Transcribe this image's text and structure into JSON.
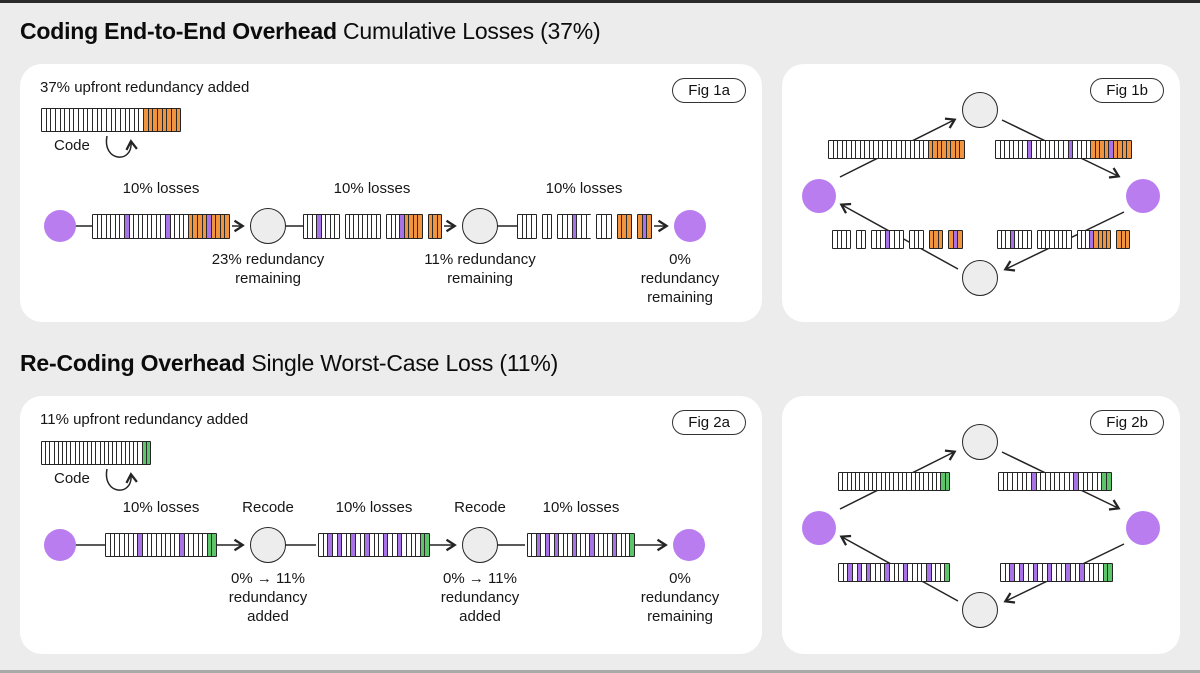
{
  "colors": {
    "bg": "#ececec",
    "panel": "#ffffff",
    "ink": "#242424",
    "purple": "#b97df0",
    "purple_stripe": "#a873e9",
    "orange": "#f0943f",
    "green": "#5cc56a",
    "relay_gray": "#ededed"
  },
  "section1": {
    "title_bold": "Coding End-to-End Overhead",
    "title_rest": " Cumulative Losses (37%)",
    "fig_a": {
      "badge": "Fig 1a",
      "upfront_label": "37% upfront redundancy added",
      "code_label": "Code",
      "code_bar": "WWWWWWWWWWWWWWWWWWWWWWOOOOOOOO",
      "loss_labels": [
        "10% losses",
        "10% losses",
        "10% losses"
      ],
      "bars": [
        "WWWWWWWPWWWWWWWWPWWWWOOOOPOOOO",
        "WWWPWWWW|WWWWWWWW|WWWPOOOO|OOO",
        "WWWW|WW|WWWPWWW|WWW|OOO|OPO"
      ],
      "milestones": [
        [
          "23% redundancy",
          "remaining"
        ],
        [
          "11% redundancy",
          "remaining"
        ],
        [
          "0% redundancy",
          "remaining"
        ]
      ]
    },
    "fig_b": {
      "badge": "Fig 1b",
      "bars": {
        "top_left": "WWWWWWWWWWWWWWWWWWWWWWOOOOOOOO",
        "top_right": "WWWWWWWPWWWWWWWWPWWWWOOOOPOOOO",
        "bottom_right": "WWWPWWWW|WWWWWWWW|WWWPOOOO|OOO",
        "bottom_left": "WWWW|WW|WWWPWWW|WWW|OOO|OPO"
      }
    }
  },
  "section2": {
    "title_bold": "Re-Coding Overhead",
    "title_rest": " Single Worst-Case Loss (11%)",
    "fig_a": {
      "badge": "Fig 2a",
      "upfront_label": "11% upfront redundancy added",
      "code_label": "Code",
      "code_bar": "WWWWWWWWWWWWWWWWWWWWWWWWGG",
      "loss_labels": [
        "10% losses",
        "10% losses",
        "10% losses"
      ],
      "recode_labels": [
        "Recode",
        "Recode"
      ],
      "bars": [
        "WWWWWWWPWWWWWWWWPWWWWWGG",
        "WWPWPWWPWWPWWWPWWPWWWWGG",
        "WWPWPWPWWWPWWWPWWWWPWWWG"
      ],
      "added_labels": [
        [
          "0% → 11%",
          "redundancy",
          "added"
        ],
        [
          "0% → 11%",
          "redundancy",
          "added"
        ]
      ],
      "remaining_label": [
        "0% redundancy",
        "remaining"
      ]
    },
    "fig_b": {
      "badge": "Fig 2b",
      "bars": {
        "top_left": "WWWWWWWWWWWWWWWWWWWWWWWWGG",
        "top_right": "WWWWWWWPWWWWWWWWPWWWWWGG",
        "bottom_right": "WWPWPWWPWWPWWWPWWPWWWWGG",
        "bottom_left": "WWPWPWPWWWPWWWPWWWWPWWWG"
      }
    }
  }
}
